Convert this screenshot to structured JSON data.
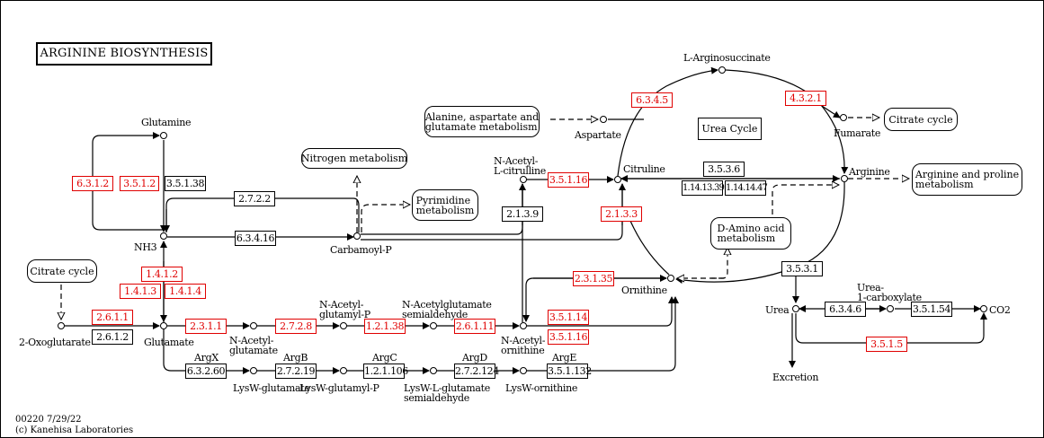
{
  "title": "ARGININE BIOSYNTHESIS",
  "urea_cycle_label": "Urea Cycle",
  "footer": {
    "map_id_date": "00220 7/29/22",
    "copyright": "(c) Kanehisa Laboratories"
  },
  "colors": {
    "highlight": "#e00000",
    "default": "#000000"
  },
  "compounds": {
    "glutamine": "Glutamine",
    "nh3": "NH3",
    "carbamoyl_p": "Carbamoyl-P",
    "oxoglutarate": "2-Oxoglutarate",
    "glutamate": "Glutamate",
    "n_acetylglutamate": "N-Acetyl-\nglutamate",
    "n_acetylglutamyl_p": "N-Acetyl-\nglutamyl-P",
    "n_acetylglutamate_semialdehyde": "N-Acetylglutamate\nsemialdehyde",
    "n_acetylornithine": "N-Acetyl-\nornithine",
    "n_acetyl_citrulline": "N-Acetyl-\nL-citrulline",
    "citrulline": "Citruline",
    "aspartate": "Aspartate",
    "argininosuccinate": "L-Arginosuccinate",
    "fumarate": "Fumarate",
    "arginine": "Arginine",
    "ornithine": "Ornithine",
    "urea": "Urea",
    "urea_carboxylate": "Urea-\n1-carboxylate",
    "co2": "CO2",
    "excretion": "Excretion",
    "lysw_glutamate": "LysW-glutamate",
    "lysw_glutamyl_p": "LysW-glutamyl-P",
    "lysw_glutamate_semialdehyde": "LysW-L-glutamate\nsemialdehyde",
    "lysw_ornithine": "LysW-ornithine"
  },
  "gene_labels": {
    "argx": "ArgX",
    "argb": "ArgB",
    "argc": "ArgC",
    "argd": "ArgD",
    "arge": "ArgE"
  },
  "maps": {
    "nitrogen": "Nitrogen metabolism",
    "pyrimidine": "Pyrimidine\nmetabolism",
    "ala_asp_glu": "Alanine, aspartate and\nglutamate metabolism",
    "citrate_left": "Citrate cycle",
    "citrate_right": "Citrate cycle",
    "arg_pro": "Arginine and proline\nmetabolism",
    "d_amino": "D-Amino acid\nmetabolism"
  },
  "enzymes": [
    {
      "id": "6.3.1.2",
      "highlighted": true
    },
    {
      "id": "3.5.1.2",
      "highlighted": true
    },
    {
      "id": "3.5.1.38",
      "highlighted": false
    },
    {
      "id": "2.7.2.2",
      "highlighted": false
    },
    {
      "id": "6.3.4.16",
      "highlighted": false
    },
    {
      "id": "1.4.1.2",
      "highlighted": true
    },
    {
      "id": "1.4.1.3",
      "highlighted": true
    },
    {
      "id": "1.4.1.4",
      "highlighted": true
    },
    {
      "id": "2.6.1.1",
      "highlighted": true
    },
    {
      "id": "2.6.1.2",
      "highlighted": false
    },
    {
      "id": "2.3.1.1",
      "highlighted": true
    },
    {
      "id": "2.7.2.8",
      "highlighted": true
    },
    {
      "id": "1.2.1.38",
      "highlighted": true
    },
    {
      "id": "2.6.1.11",
      "highlighted": true
    },
    {
      "id": "3.5.1.14",
      "highlighted": true
    },
    {
      "id": "3.5.1.16",
      "highlighted": true
    },
    {
      "id": "3.5.1.16",
      "highlighted": true
    },
    {
      "id": "2.1.3.9",
      "highlighted": false
    },
    {
      "id": "2.1.3.3",
      "highlighted": true
    },
    {
      "id": "2.3.1.35",
      "highlighted": true
    },
    {
      "id": "6.3.4.5",
      "highlighted": true
    },
    {
      "id": "4.3.2.1",
      "highlighted": true
    },
    {
      "id": "3.5.3.6",
      "highlighted": false
    },
    {
      "id": "1.14.13.39",
      "highlighted": false
    },
    {
      "id": "1.14.14.47",
      "highlighted": false
    },
    {
      "id": "3.5.3.1",
      "highlighted": false
    },
    {
      "id": "6.3.4.6",
      "highlighted": false
    },
    {
      "id": "3.5.1.54",
      "highlighted": false
    },
    {
      "id": "3.5.1.5",
      "highlighted": true
    },
    {
      "id": "6.3.2.60",
      "highlighted": false
    },
    {
      "id": "2.7.2.19",
      "highlighted": false
    },
    {
      "id": "1.2.1.106",
      "highlighted": false
    },
    {
      "id": "2.7.2.124",
      "highlighted": false
    },
    {
      "id": "3.5.1.132",
      "highlighted": false
    }
  ]
}
